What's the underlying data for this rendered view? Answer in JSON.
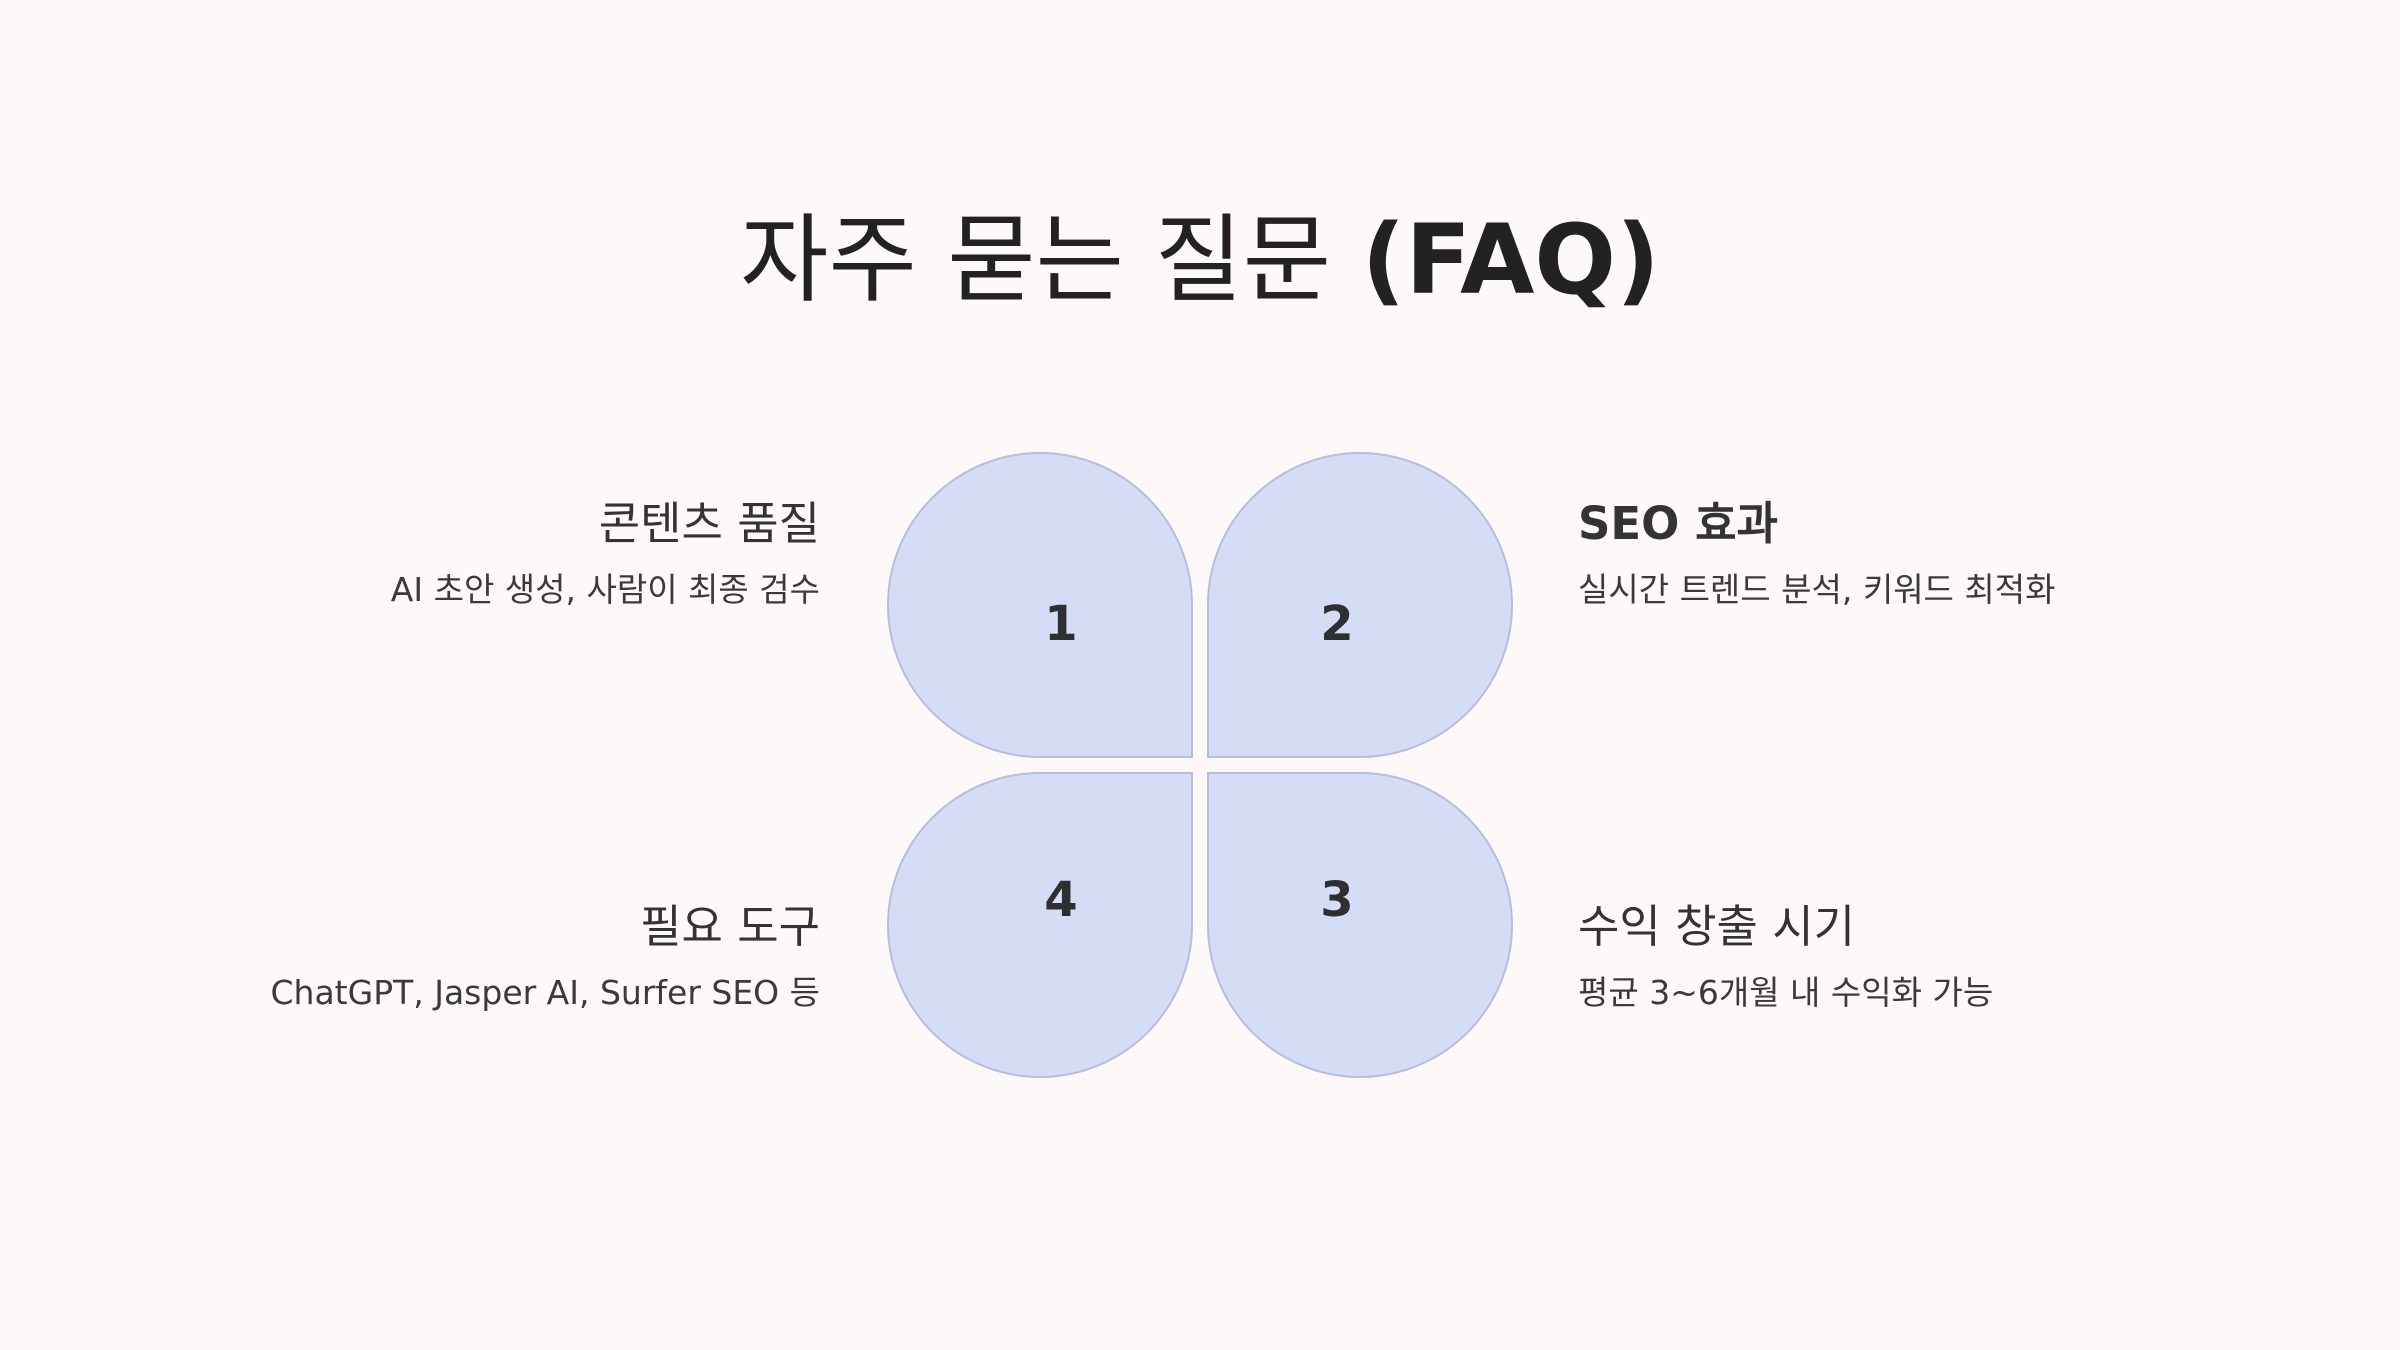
{
  "title": {
    "main": "자주 묻는 질문",
    "accent": "(FAQ)"
  },
  "items": [
    {
      "number": "1",
      "heading": "콘텐츠 품질",
      "description": "AI 초안 생성, 사람이 최종 검수"
    },
    {
      "number": "2",
      "heading": "SEO 효과",
      "description": "실시간 트렌드 분석, 키워드 최적화"
    },
    {
      "number": "3",
      "heading": "수익 창출 시기",
      "description": "평균 3~6개월 내 수익화 가능"
    },
    {
      "number": "4",
      "heading": "필요 도구",
      "description": "ChatGPT, Jasper AI, Surfer SEO 등"
    }
  ],
  "colors": {
    "background": "#fcf9f8",
    "petal_fill": "#d5dcf5",
    "petal_stroke": "#b6bde0",
    "text": "#2c2b2d"
  }
}
